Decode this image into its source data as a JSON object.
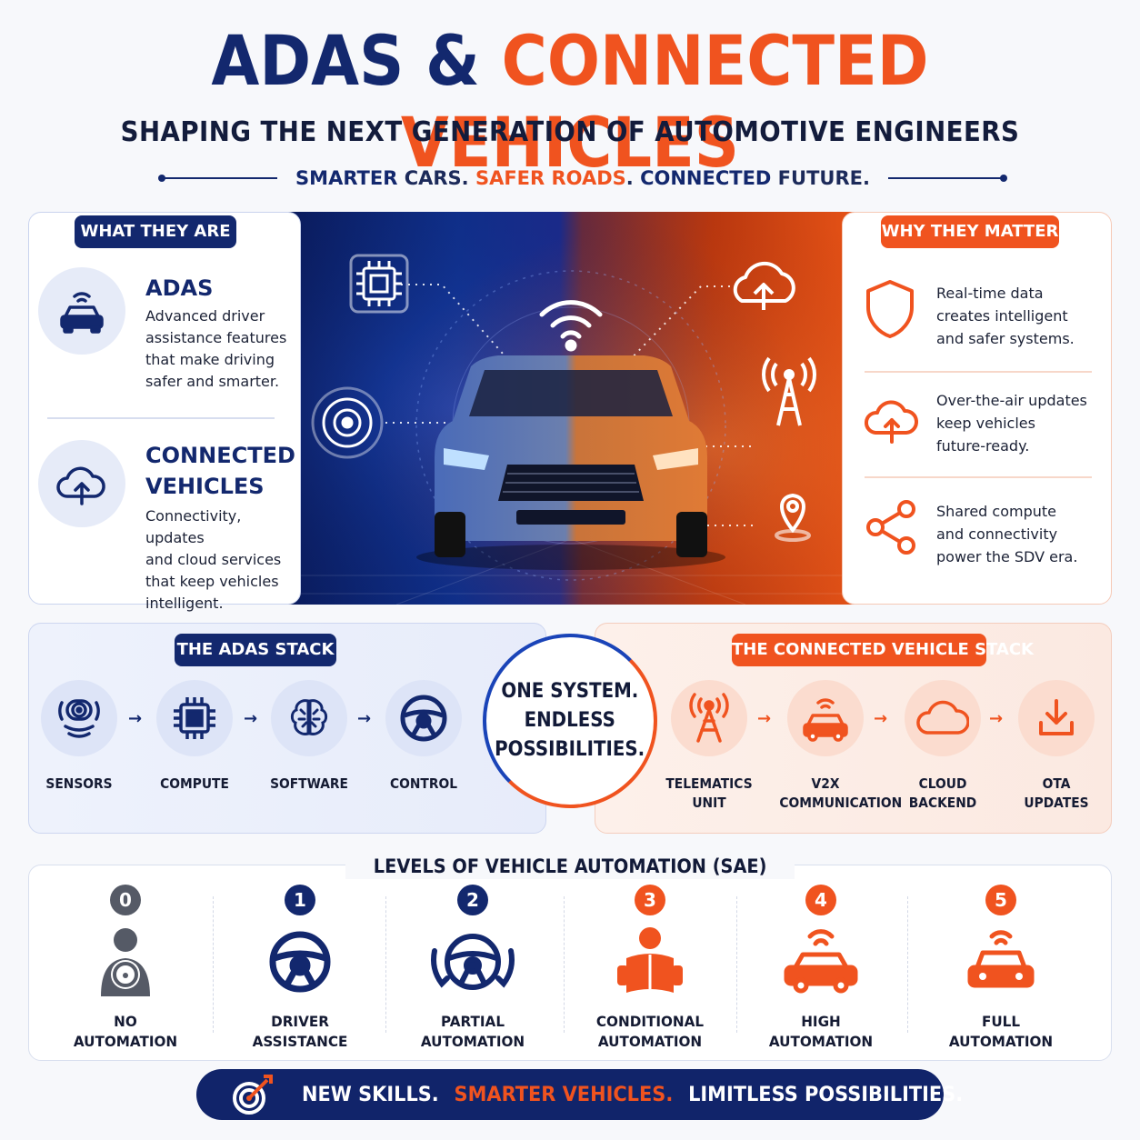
{
  "header": {
    "title_part1": "ADAS &",
    "title_part2": "CONNECTED VEHICLES",
    "subtitle": "SHAPING THE NEXT GENERATION OF AUTOMOTIVE ENGINEERS",
    "tagline": {
      "a": "SMARTER",
      "b": " CARS. ",
      "c": "SAFER ROADS",
      "d": ". ",
      "e": "CONNECTED",
      "f": " FUTURE."
    }
  },
  "what_they_are": {
    "heading": "WHAT THEY ARE",
    "items": [
      {
        "icon": "car-wifi-icon",
        "title": "ADAS",
        "text_lines": [
          "Advanced driver",
          "assistance features",
          "that make driving",
          "safer and smarter."
        ]
      },
      {
        "icon": "cloud-upload-icon",
        "title_lines": [
          "CONNECTED",
          "VEHICLES"
        ],
        "text_lines": [
          "Connectivity, updates",
          "and cloud services",
          "that keep vehicles",
          "intelligent."
        ]
      }
    ]
  },
  "why_they_matter": {
    "heading": "WHY THEY MATTER",
    "items": [
      {
        "icon": "shield-icon",
        "text_lines": [
          "Real-time data",
          "creates intelligent",
          "and safer systems."
        ]
      },
      {
        "icon": "cloud-upload-icon",
        "text_lines": [
          "Over-the-air updates",
          "keep vehicles",
          "future-ready."
        ]
      },
      {
        "icon": "share-nodes-icon",
        "text_lines": [
          "Shared compute",
          "and connectivity",
          "power the SDV era."
        ]
      }
    ]
  },
  "adas_stack": {
    "heading": "THE ADAS STACK",
    "items": [
      {
        "icon": "sensor-icon",
        "label": "SENSORS"
      },
      {
        "icon": "chip-icon",
        "label": "COMPUTE"
      },
      {
        "icon": "brain-icon",
        "label": "SOFTWARE"
      },
      {
        "icon": "steering-wheel-icon",
        "label": "CONTROL"
      }
    ]
  },
  "center": {
    "lines": [
      "ONE SYSTEM.",
      "ENDLESS",
      "POSSIBILITIES."
    ]
  },
  "connected_stack": {
    "heading": "THE CONNECTED VEHICLE STACK",
    "items": [
      {
        "icon": "antenna-tower-icon",
        "label_lines": [
          "TELEMATICS",
          "UNIT"
        ]
      },
      {
        "icon": "car-wifi-icon",
        "label_lines": [
          "V2X",
          "COMMUNICATION"
        ]
      },
      {
        "icon": "cloud-icon",
        "label_lines": [
          "CLOUD",
          "BACKEND"
        ]
      },
      {
        "icon": "download-icon",
        "label_lines": [
          "OTA",
          "UPDATES"
        ]
      }
    ]
  },
  "levels": {
    "heading": "LEVELS OF VEHICLE AUTOMATION (SAE)",
    "items": [
      {
        "num": "0",
        "icon": "person-wheel-icon",
        "label_lines": [
          "NO",
          "AUTOMATION"
        ]
      },
      {
        "num": "1",
        "icon": "steering-wheel-icon",
        "label_lines": [
          "DRIVER",
          "ASSISTANCE"
        ]
      },
      {
        "num": "2",
        "icon": "hands-wheel-icon",
        "label_lines": [
          "PARTIAL",
          "AUTOMATION"
        ]
      },
      {
        "num": "3",
        "icon": "person-reading-icon",
        "label_lines": [
          "CONDITIONAL",
          "AUTOMATION"
        ]
      },
      {
        "num": "4",
        "icon": "car-wifi-icon",
        "label_lines": [
          "HIGH",
          "AUTOMATION"
        ]
      },
      {
        "num": "5",
        "icon": "car-wifi-icon",
        "label_lines": [
          "FULL",
          "AUTOMATION"
        ]
      }
    ]
  },
  "footer": {
    "icon": "target-arrow-icon",
    "a": "NEW SKILLS.",
    "b": "SMARTER VEHICLES.",
    "c": "LIMITLESS POSSIBILITIES."
  },
  "colors": {
    "navy": "#13286e",
    "orange": "#f0531f",
    "grey": "#555a66"
  }
}
